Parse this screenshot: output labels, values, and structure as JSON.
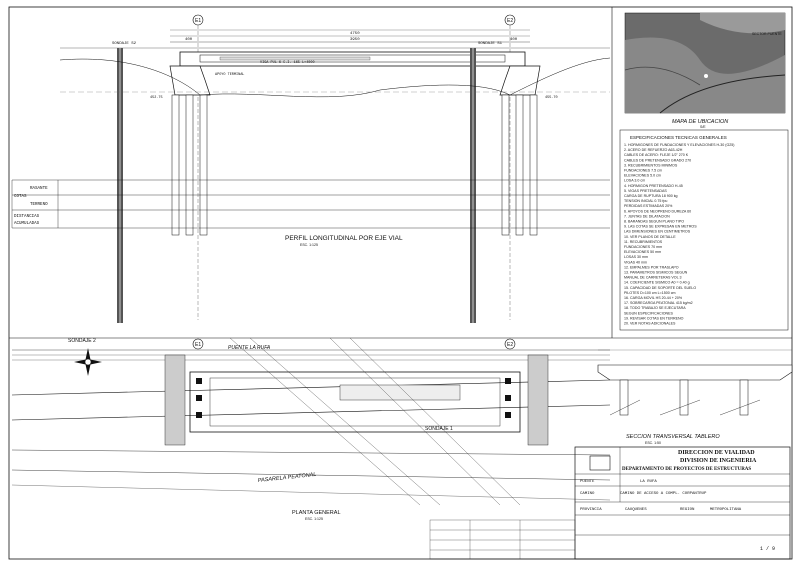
{
  "drawing": {
    "profile_title": "PERFIL LONGITUDINAL POR EJE VIAL",
    "profile_scale": "ESC. 1:125",
    "plan_title": "PLANTA GENERAL",
    "plan_scale": "ESC. 1:125",
    "section_title": "SECCION TRANSVERSAL TABLERO",
    "section_scale": "ESC. 1:50",
    "location_title": "MAPA DE UBICACION",
    "location_scale": "S/E",
    "specs_title": "ESPECIFICACIONES TECNICAS GENERALES",
    "axis_left": "E1",
    "axis_right": "E2",
    "sondaje_s2": "SONDAJE S2",
    "sondaje_s1": "SONDAJE S1",
    "sondaje_plan_left": "SONDAJE 2",
    "sondaje_plan_right": "SONDAJE 1",
    "puente": "PUENTE LA RUFA",
    "pasarela": "PASARELA PEATONAL",
    "table_rows": [
      "RASANTE",
      "COTAS",
      "TERRENO",
      "DISTANCIAS",
      "ACUMULADAS"
    ],
    "dim_top": "3950",
    "dim_left": "400",
    "dim_right": "400",
    "dim_total": "4750",
    "vigas": "VIGA PUL 6 C.I. 165 L=4000",
    "apoyo": "APOYO TERMINAL",
    "cota_left": "452.75",
    "cota_right": "455.70"
  },
  "specs": [
    "1. HORMIGONES DE FUNDACIONES Y ELEVACIONES H-30 (G25)",
    "2. ACERO DE REFUERZO A63-42H",
    "   CABLES DE ACERO: FLEJE 1/2\" 270 K",
    "   CABLES DE PRETENSADO GRADO 270",
    "3. RECUBRIMIENTOS MINIMOS",
    "   FUNDACIONES 7.5 cm",
    "   ELEVACIONES 5.0 cm",
    "   LOSA 3.0 cm",
    "4. HORMIGON PRETENSADO H-45",
    "5. VIGAS PRETENSADAS",
    "   CARGA DE RUPTURA 18 900 kg",
    "   TENSION INICIAL 0.75 fpu",
    "   PERDIDAS ESTIMADAS 20%",
    "6. APOYOS DE NEOPRENO DUREZA 60",
    "7. JUNTAS DE DILATACION",
    "8. BARANDAS SEGUN PLANO TIPO",
    "9. LAS COTAS SE EXPRESAN EN METROS",
    "   LAS DIMENSIONES EN CENTIMETROS",
    "10. VER PLANOS DE DETALLE",
    "11. RECUBRIMIENTOS",
    "    FUNDACIONES 70 mm",
    "    ELEVACIONES 50 mm",
    "    LOSAS 30 mm",
    "    VIGAS 40 mm",
    "12. EMPALMES POR TRASLAPO",
    "13. PARAMETROS SISMICOS SEGUN",
    "    MANUAL DE CARRETERAS VOL 3",
    "14. COEFICIENTE SISMICO A0 = 0.40 g",
    "15. CAPACIDAD DE SOPORTE DEL SUELO",
    "    PILOTES D=100 cm L=1500 cm",
    "16. CARGA MOVIL HS 20-44 + 20%",
    "17. SOBRECARGA PEATONAL 415 kg/m2",
    "18. TODO TRABAJO SE EJECUTARA",
    "    SEGUN ESPECIFICACIONES",
    "19. REVISAR COTAS EN TERRENO",
    "20. VER NOTAS ADICIONALES"
  ],
  "title_block": {
    "l1": "DIRECCION DE VIALIDAD",
    "l2": "DIVISION DE INGENIERIA",
    "l3": "DEPARTAMENTO DE PROYECTOS DE ESTRUCTURAS",
    "puente_label": "PUENTE",
    "puente_value": "LA RUFA",
    "camino_label": "CAMINO",
    "camino_value": "CAMINO DE ACCESO A COMPL. CORPANTRUP",
    "provincia_label": "PROVINCIA",
    "provincia_value": "CAUQUENES",
    "region_label": "REGION",
    "region_value": "METROPOLITANA",
    "lamina": "1 / 9"
  },
  "map": {
    "label": "SECTOR PUENTE"
  }
}
